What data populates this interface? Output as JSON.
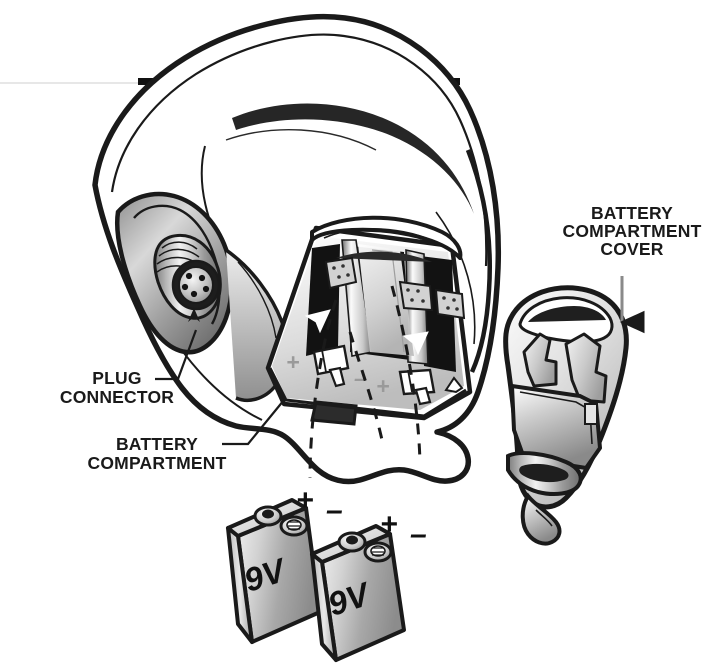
{
  "illustration": {
    "kind": "technical-line-drawing",
    "subject": "handheld device with battery compartment, detached cover and two 9V batteries",
    "background_color": "#ffffff",
    "ink_color": "#1a1a1a",
    "gray_mid": "#9a9a9a",
    "gray_light": "#d9d9d9",
    "gray_dark": "#5a5a5a"
  },
  "callouts": [
    {
      "id": "battery-compartment-cover",
      "lines": [
        "BATTERY",
        "COMPARTMENT",
        "COVER"
      ],
      "align": "center",
      "leader": "vertical-arrow-down",
      "leader_color": "#8a8a8a"
    },
    {
      "id": "plug-connector",
      "lines": [
        "PLUG",
        "CONNECTOR"
      ],
      "align": "center",
      "leader": "elbow-up-right",
      "leader_color": "#1a1a1a"
    },
    {
      "id": "battery-compartment",
      "lines": [
        "BATTERY",
        "COMPARTMENT"
      ],
      "align": "center",
      "leader": "elbow-up-right",
      "leader_color": "#1a1a1a"
    }
  ],
  "batteries": [
    {
      "id": "battery-left",
      "label": "9V",
      "plus": "+",
      "minus": "–"
    },
    {
      "id": "battery-right",
      "label": "9V",
      "plus": "+",
      "minus": "–"
    }
  ],
  "compartment": {
    "slot_left": {
      "plus": "+",
      "minus": "–"
    },
    "slot_right": {
      "plus": "+",
      "minus": "–"
    },
    "arrow_count": 2,
    "contact_clip_count": 2,
    "terminal_pad_count": 3
  },
  "plug_connector": {
    "pin_count": 5,
    "style": "threaded circular connector"
  },
  "top_rule": {
    "tick_marks": 2,
    "hairline": true
  }
}
